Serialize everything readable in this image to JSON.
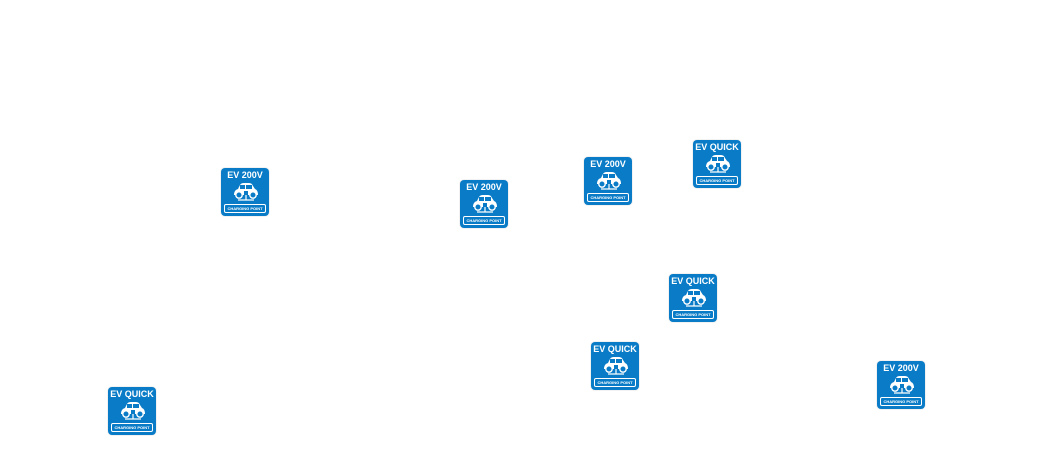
{
  "map": {
    "background_color": "#ffffff",
    "marker_color": "#0a7cc7",
    "marker_icon": "ev-car-charging-icon"
  },
  "markers": [
    {
      "type": "EV 200V",
      "label": "CHARGING POINT"
    },
    {
      "type": "EV 200V",
      "label": "CHARGING POINT"
    },
    {
      "type": "EV 200V",
      "label": "CHARGING POINT"
    },
    {
      "type": "EV QUICK",
      "label": "CHARGING POINT"
    },
    {
      "type": "EV QUICK",
      "label": "CHARGING POINT"
    },
    {
      "type": "EV QUICK",
      "label": "CHARGING POINT"
    },
    {
      "type": "EV QUICK",
      "label": "CHARGING POINT"
    },
    {
      "type": "EV 200V",
      "label": "CHARGING POINT"
    }
  ]
}
